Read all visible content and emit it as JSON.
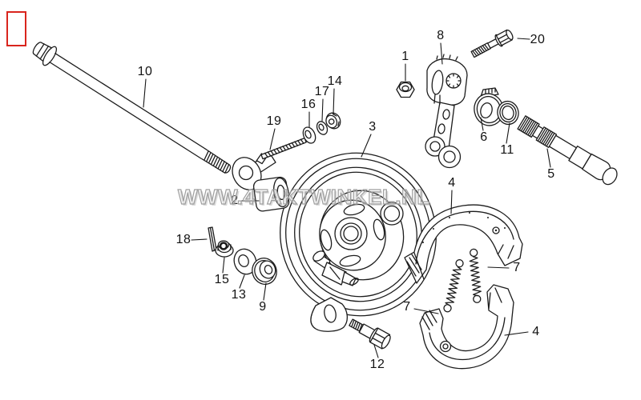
{
  "watermark": {
    "text": "WWW.4TAKTWINKEL.NL",
    "color": "#9f9f9f"
  },
  "placeholder": {
    "border_color": "#d9251d"
  },
  "diagram": {
    "background": "#ffffff",
    "line_color": "#1c1c1c",
    "callouts": [
      {
        "number": "1"
      },
      {
        "number": "2"
      },
      {
        "number": "3"
      },
      {
        "number": "4"
      },
      {
        "number": "4"
      },
      {
        "number": "5"
      },
      {
        "number": "6"
      },
      {
        "number": "7"
      },
      {
        "number": "7"
      },
      {
        "number": "8"
      },
      {
        "number": "9"
      },
      {
        "number": "10"
      },
      {
        "number": "11"
      },
      {
        "number": "12"
      },
      {
        "number": "13"
      },
      {
        "number": "14"
      },
      {
        "number": "15"
      },
      {
        "number": "16"
      },
      {
        "number": "17"
      },
      {
        "number": "18"
      },
      {
        "number": "19"
      },
      {
        "number": "20"
      }
    ]
  }
}
